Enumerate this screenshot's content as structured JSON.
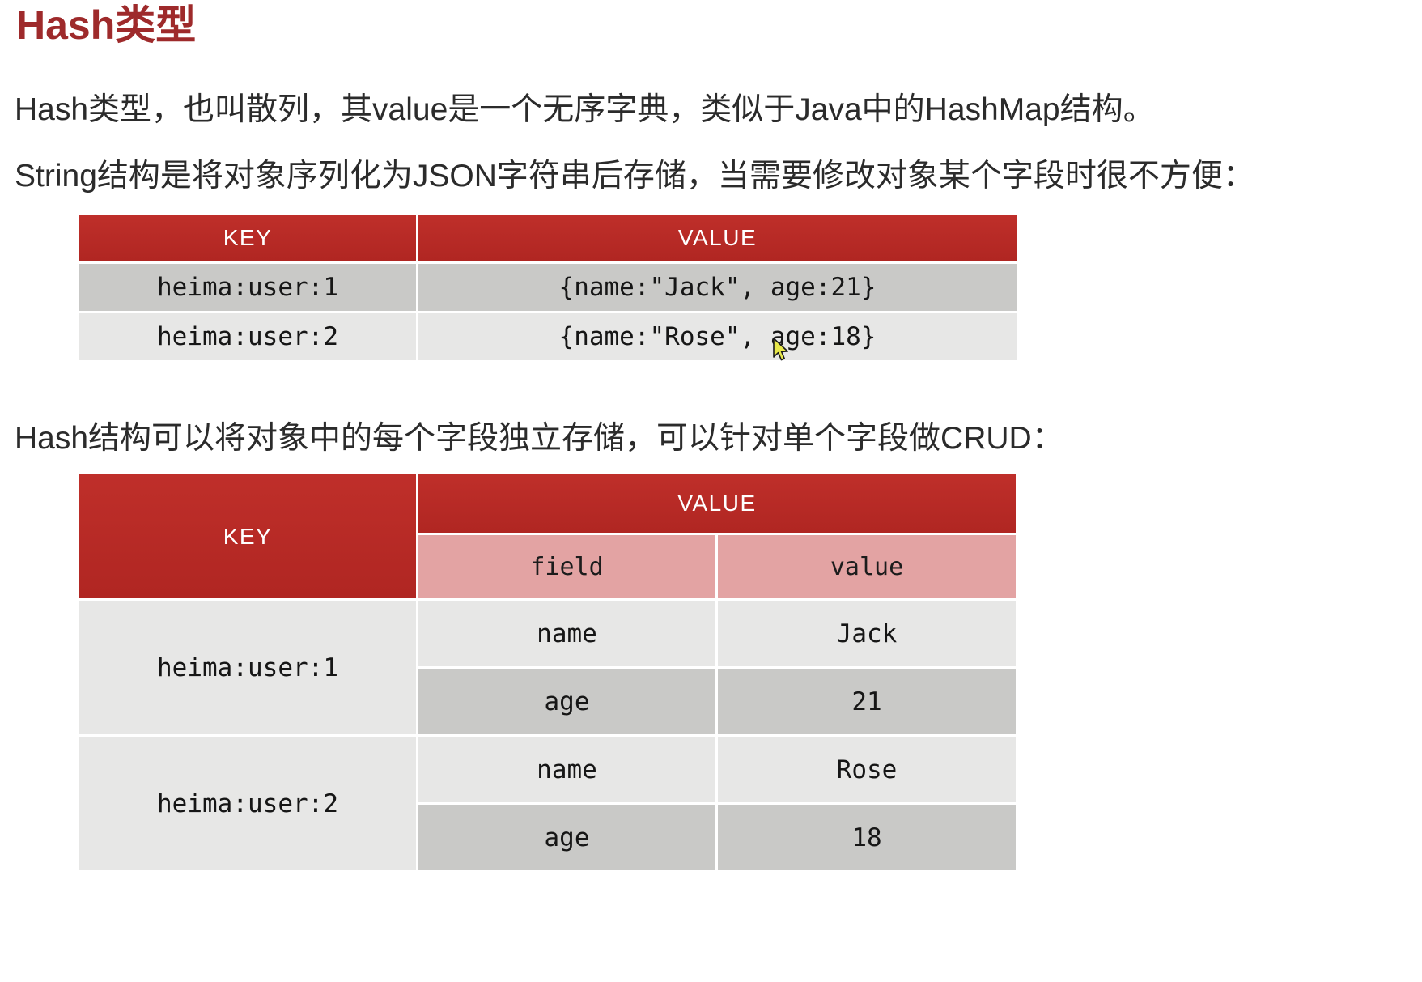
{
  "slide": {
    "title": "Hash类型",
    "paragraphs": [
      "Hash类型，也叫散列，其value是一个无序字典，类似于Java中的HashMap结构。",
      "String结构是将对象序列化为JSON字符串后存储，当需要修改对象某个字段时很不方便：",
      "Hash结构可以将对象中的每个字段独立存储，可以针对单个字段做CRUD："
    ]
  },
  "colors": {
    "title_red": "#9e2a2b",
    "header_red": "#b92b27",
    "subheader_pink": "#e3a3a3",
    "row_dark": "#c9c9c7",
    "row_light": "#e7e7e6",
    "text": "#2b2b2b"
  },
  "string_table": {
    "headers": {
      "key": "KEY",
      "value": "VALUE"
    },
    "rows": [
      {
        "key": "heima:user:1",
        "value": "{name:\"Jack\", age:21}"
      },
      {
        "key": "heima:user:2",
        "value": "{name:\"Rose\", age:18}"
      }
    ]
  },
  "hash_table": {
    "headers": {
      "key": "KEY",
      "value": "VALUE",
      "field": "field",
      "field_value": "value"
    },
    "groups": [
      {
        "key": "heima:user:1",
        "entries": [
          {
            "field": "name",
            "value": "Jack"
          },
          {
            "field": "age",
            "value": "21"
          }
        ]
      },
      {
        "key": "heima:user:2",
        "entries": [
          {
            "field": "name",
            "value": "Rose"
          },
          {
            "field": "age",
            "value": "18"
          }
        ]
      }
    ]
  },
  "pointer": {
    "icon": "mouse-cursor"
  }
}
